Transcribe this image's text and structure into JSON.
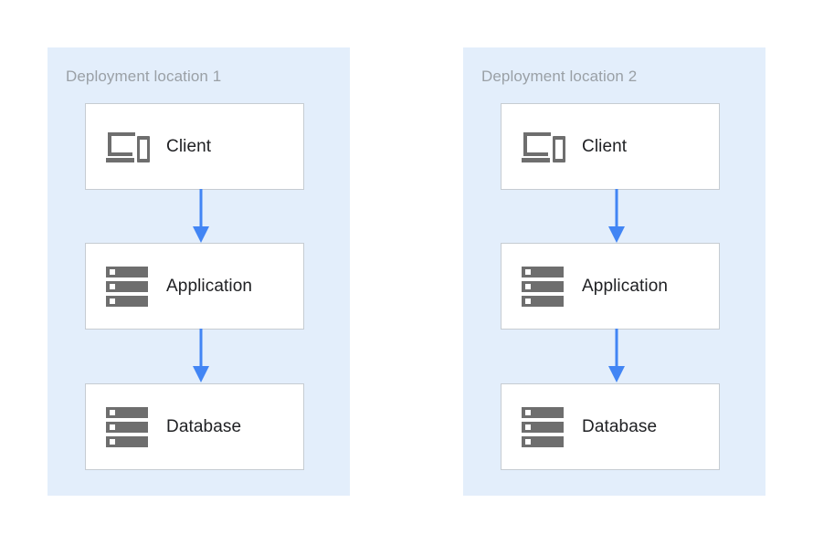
{
  "diagram": {
    "type": "deployment-architecture",
    "background_color": "#ffffff",
    "zone_fill_color": "#e3eefb",
    "card_fill_color": "#ffffff",
    "card_border_color": "#c6ccd2",
    "arrow_color": "#4285f4",
    "icon_color": "#6e6e6e",
    "title_color": "#9aa0a6",
    "label_color": "#202124",
    "zones": [
      {
        "title": "Deployment location 1",
        "nodes": [
          {
            "label": "Client",
            "icon": "client-devices-icon"
          },
          {
            "label": "Application",
            "icon": "server-stack-icon"
          },
          {
            "label": "Database",
            "icon": "server-stack-icon"
          }
        ],
        "connectors": [
          {
            "from": "Client",
            "to": "Application",
            "direction": "down",
            "style": "solid-arrow"
          },
          {
            "from": "Application",
            "to": "Database",
            "direction": "down",
            "style": "solid-arrow"
          }
        ]
      },
      {
        "title": "Deployment location 2",
        "nodes": [
          {
            "label": "Client",
            "icon": "client-devices-icon"
          },
          {
            "label": "Application",
            "icon": "server-stack-icon"
          },
          {
            "label": "Database",
            "icon": "server-stack-icon"
          }
        ],
        "connectors": [
          {
            "from": "Client",
            "to": "Application",
            "direction": "down",
            "style": "solid-arrow"
          },
          {
            "from": "Application",
            "to": "Database",
            "direction": "down",
            "style": "solid-arrow"
          }
        ]
      }
    ]
  }
}
